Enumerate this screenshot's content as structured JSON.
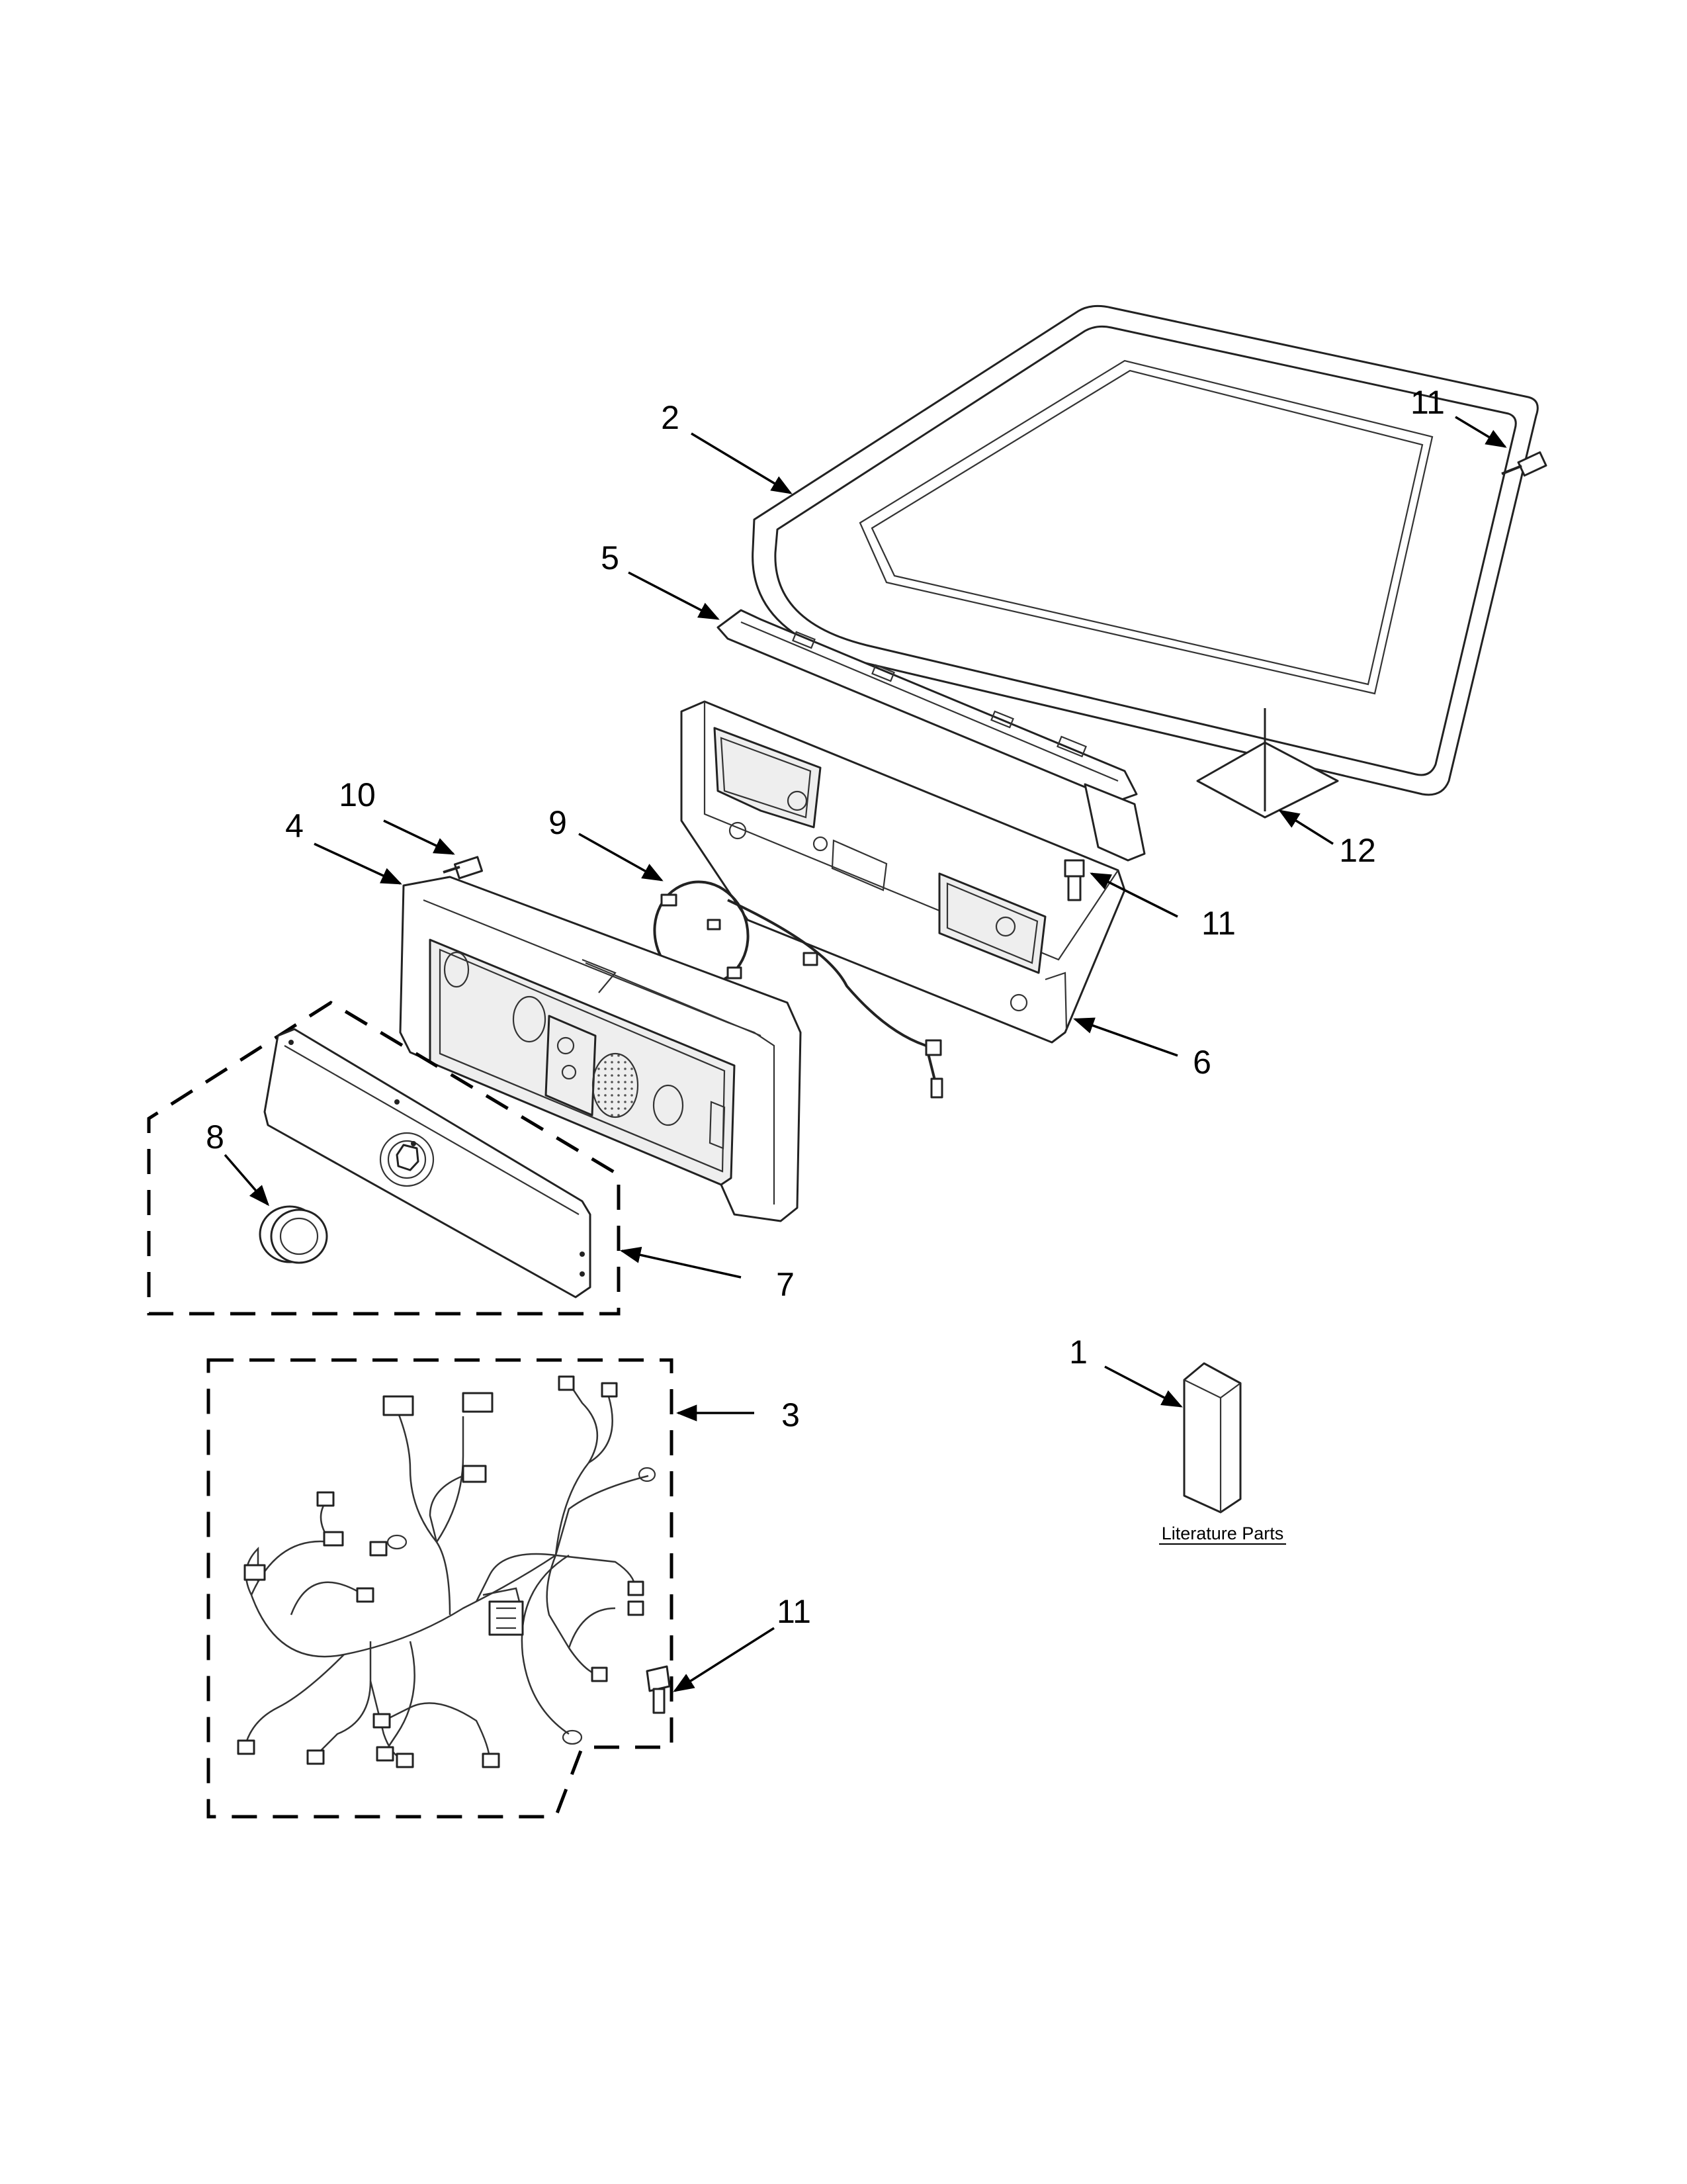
{
  "colors": {
    "line": "#000000",
    "background": "#ffffff"
  },
  "callouts": [
    {
      "id": "c1",
      "label": "1"
    },
    {
      "id": "c2",
      "label": "2"
    },
    {
      "id": "c3",
      "label": "3"
    },
    {
      "id": "c4",
      "label": "4"
    },
    {
      "id": "c5",
      "label": "5"
    },
    {
      "id": "c6",
      "label": "6"
    },
    {
      "id": "c7",
      "label": "7"
    },
    {
      "id": "c8",
      "label": "8"
    },
    {
      "id": "c9",
      "label": "9"
    },
    {
      "id": "c10",
      "label": "10"
    },
    {
      "id": "c11a",
      "label": "11"
    },
    {
      "id": "c11b",
      "label": "11"
    },
    {
      "id": "c11c",
      "label": "11"
    },
    {
      "id": "c12",
      "label": "12"
    }
  ],
  "literature": {
    "caption": "Literature Parts"
  }
}
